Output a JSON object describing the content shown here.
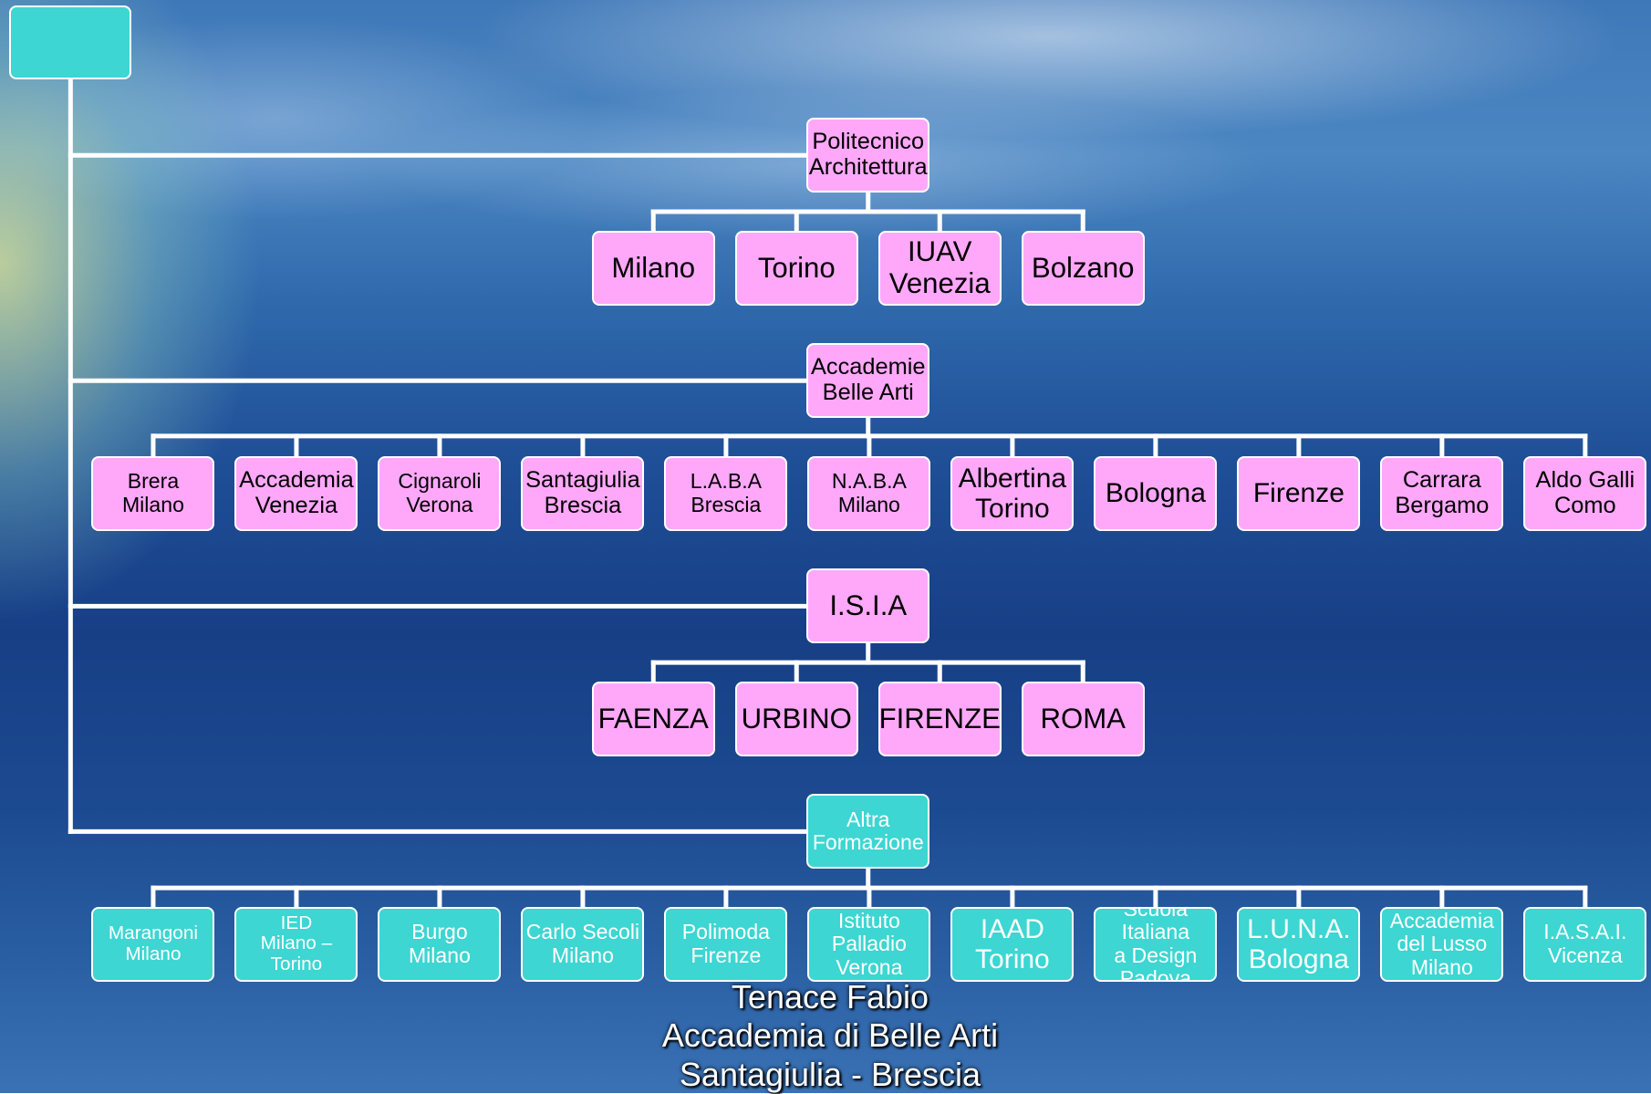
{
  "diagram": {
    "root": {
      "label": ""
    },
    "branches": [
      {
        "label": "Politecnico\nArchitettura",
        "color": "pink",
        "children": [
          "Milano",
          "Torino",
          "IUAV\nVenezia",
          "Bolzano"
        ]
      },
      {
        "label": "Accademie\nBelle Arti",
        "color": "pink",
        "children": [
          "Brera\nMilano",
          "Accademia\nVenezia",
          "Cignaroli\nVerona",
          "Santagiulia\nBrescia",
          "L.A.B.A\nBrescia",
          "N.A.B.A\nMilano",
          "Albertina\nTorino",
          "Bologna",
          "Firenze",
          "Carrara\nBergamo",
          "Aldo Galli\nComo"
        ]
      },
      {
        "label": "I.S.I.A",
        "color": "pink",
        "children": [
          "FAENZA",
          "URBINO",
          "FIRENZE",
          "ROMA"
        ]
      },
      {
        "label": "Altra\nFormazione",
        "color": "teal",
        "children": [
          "Marangoni\nMilano",
          "IED\nMilano – Torino",
          "Burgo\nMilano",
          "Carlo Secoli\nMilano",
          "Polimoda\nFirenze",
          "Istituto Palladio\nVerona",
          "IAAD\nTorino",
          "Scuola Italiana\na Design\nPadova",
          "L.U.N.A.\nBologna",
          "Accademia\ndel Lusso\nMilano",
          "I.A.S.A.I.\nVicenza"
        ]
      }
    ]
  },
  "footer": {
    "line1": "Tenace Fabio",
    "line2": "Accademia di Belle Arti",
    "line3": "Santagiulia - Brescia"
  },
  "colors": {
    "pink_node": "#ffa8fa",
    "teal_node": "#3dd6d2",
    "connector": "#ffffff"
  }
}
